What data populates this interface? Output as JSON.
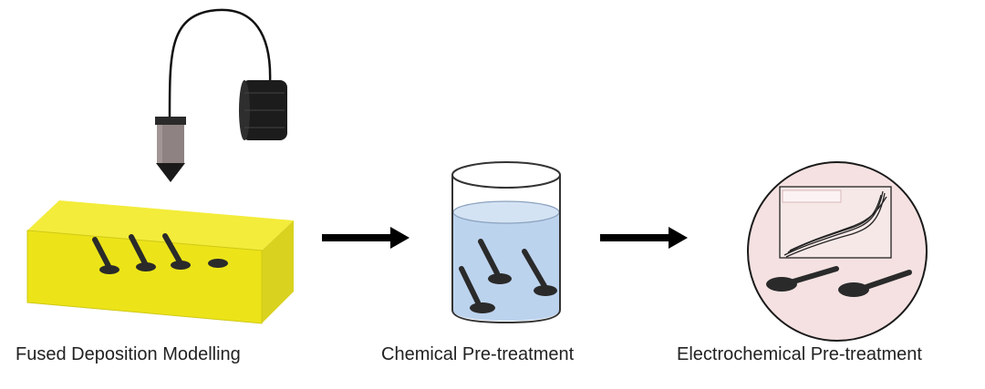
{
  "steps": [
    {
      "label": "Fused Deposition Modelling"
    },
    {
      "label": "Chemical Pre-treatment"
    },
    {
      "label": "Electrochemical Pre-treatment"
    }
  ],
  "colors": {
    "print_bed": "#f3ec3a",
    "print_bed_side": "#d9d21e",
    "electrode": "#2a2a2a",
    "beaker_liquid": "#bcd3ee",
    "cell_background": "#f5e1e1",
    "arrow": "#000000"
  }
}
